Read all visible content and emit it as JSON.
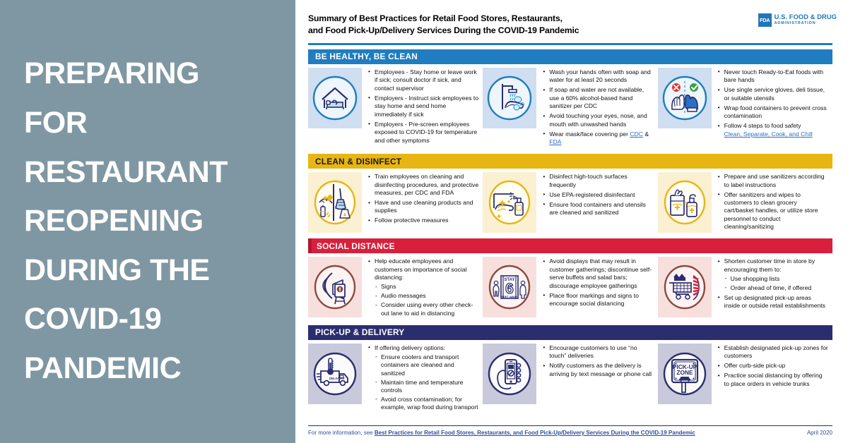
{
  "left_panel": {
    "lines": [
      "PREPARING",
      "FOR",
      "RESTAURANT",
      "REOPENING",
      "DURING THE",
      "COVID-19",
      "PANDEMIC"
    ],
    "background_color": "#7f97a2",
    "text_color": "#ffffff"
  },
  "header": {
    "title_line1": "Summary of Best Practices for Retail Food Stores, Restaurants,",
    "title_line2": "and Food Pick-Up/Delivery Services During the COVID-19 Pandemic",
    "logo": {
      "mark": "FDA",
      "line1": "U.S. FOOD & DRUG",
      "line2": "ADMINISTRATION",
      "color": "#2176b8"
    },
    "rule_color": "#1f7dc0"
  },
  "sections": [
    {
      "id": "be-healthy-be-clean",
      "title": "BE HEALTHY, BE CLEAN",
      "bar_color": "#1f7dc0",
      "icon_bg": "#cfdef0",
      "columns": [
        {
          "icon": "stay-home-sick-icon",
          "bullets": [
            {
              "text": "Employees - Stay home or leave work if sick; consult doctor if sick, and contact supervisor"
            },
            {
              "text": "Employers - Instruct sick employees to stay home and send home immediately if sick"
            },
            {
              "text": "Employers - Pre-screen employees exposed to COVID-19 for temperature and other symptoms"
            }
          ]
        },
        {
          "icon": "handwashing-icon",
          "bullets": [
            {
              "text": "Wash your hands often with soap and water for at least 20 seconds"
            },
            {
              "text": "If soap and water are not available, use a 60% alcohol-based hand sanitizer per CDC"
            },
            {
              "text": "Avoid touching your eyes, nose, and mouth with unwashed hands"
            },
            {
              "text": "Wear mask/face covering per ",
              "links": [
                "CDC",
                "FDA"
              ],
              "link_join": " & "
            }
          ]
        },
        {
          "icon": "bare-hands-gloves-icon",
          "bullets": [
            {
              "text": "Never touch Ready-to-Eat foods with bare hands"
            },
            {
              "text": "Use single service gloves, deli tissue, or suitable utensils"
            },
            {
              "text": "Wrap food containers to prevent cross contamination"
            },
            {
              "text": "Follow 4 steps to food safety",
              "link_line": "Clean, Separate, Cook, and Chill"
            }
          ]
        }
      ]
    },
    {
      "id": "clean-and-disinfect",
      "title": "CLEAN & DISINFECT",
      "bar_color": "#e8b612",
      "icon_bg": "#fbf0d2",
      "columns": [
        {
          "icon": "cleaning-supplies-icon",
          "bullets": [
            {
              "text": "Train employees on cleaning and disinfecting procedures, and protective measures, per CDC and FDA"
            },
            {
              "text": "Have and use cleaning products and supplies"
            },
            {
              "text": "Follow protective measures"
            }
          ]
        },
        {
          "icon": "spray-bottle-wipe-icon",
          "bullets": [
            {
              "text": "Disinfect high-touch surfaces frequently"
            },
            {
              "text": "Use EPA-registered disinfectant"
            },
            {
              "text": "Ensure food containers and utensils are cleaned and sanitized"
            }
          ]
        },
        {
          "icon": "sanitizer-wipes-icon",
          "bullets": [
            {
              "text": "Prepare and use sanitizers according to label instructions"
            },
            {
              "text": "Offer sanitizers and wipes to customers to clean grocery cart/basket handles, or utilize store personnel to conduct cleaning/sanitizing"
            }
          ]
        }
      ]
    },
    {
      "id": "social-distance",
      "title": "SOCIAL DISTANCE",
      "bar_color": "#d8203c",
      "icon_bg": "#f7dfdd",
      "columns": [
        {
          "icon": "announcement-sign-icon",
          "bullets": [
            {
              "text": "Help educate employees and customers on importance of social distancing:",
              "sub": [
                "Signs",
                "Audio messages",
                "Consider using every other check-out lane to aid in distancing"
              ]
            }
          ]
        },
        {
          "icon": "stay-6-feet-away-icon",
          "bullets": [
            {
              "text": "Avoid displays that may result in customer gatherings; discontinue self-serve buffets and salad bars; discourage employee gatherings"
            },
            {
              "text": "Place floor markings and signs to encourage social distancing"
            }
          ]
        },
        {
          "icon": "shopping-cart-icon",
          "bullets": [
            {
              "text": "Shorten customer time in store by encouraging them to:",
              "sub": [
                "Use shopping lists",
                "Order ahead of time, if offered"
              ]
            },
            {
              "text": "Set up designated pick-up areas inside or outside retail establishments"
            }
          ]
        }
      ]
    },
    {
      "id": "pick-up-and-delivery",
      "title": "PICK-UP & DELIVERY",
      "bar_color": "#2b2e6e",
      "icon_bg": "#c9c9dc",
      "columns": [
        {
          "icon": "delivery-truck-icon",
          "bullets": [
            {
              "text": "If offering delivery options:",
              "sub": [
                "Ensure coolers and transport containers are cleaned and sanitized",
                "Maintain time and temperature controls",
                "Avoid cross contamination; for example, wrap food during transport"
              ]
            }
          ]
        },
        {
          "icon": "mobile-phone-order-icon",
          "bullets": [
            {
              "text": "Encourage customers to use “no touch” deliveries"
            },
            {
              "text": "Notify customers as the delivery is arriving by text message or phone call"
            }
          ]
        },
        {
          "icon": "pick-up-zone-sign-icon",
          "bullets": [
            {
              "text": "Establish designated pick-up zones for customers"
            },
            {
              "text": "Offer curb-side pick-up"
            },
            {
              "text": "Practice social distancing by offering to place orders in vehicle trunks"
            }
          ]
        }
      ]
    }
  ],
  "footer": {
    "prefix": "For more information, see ",
    "link": "Best Practices for Retail Food Stores, Restaurants, and Food Pick-Up/Delivery Services During the COVID-19 Pandemic",
    "date": "April 2020",
    "rule_color": "#2b2e6e"
  }
}
